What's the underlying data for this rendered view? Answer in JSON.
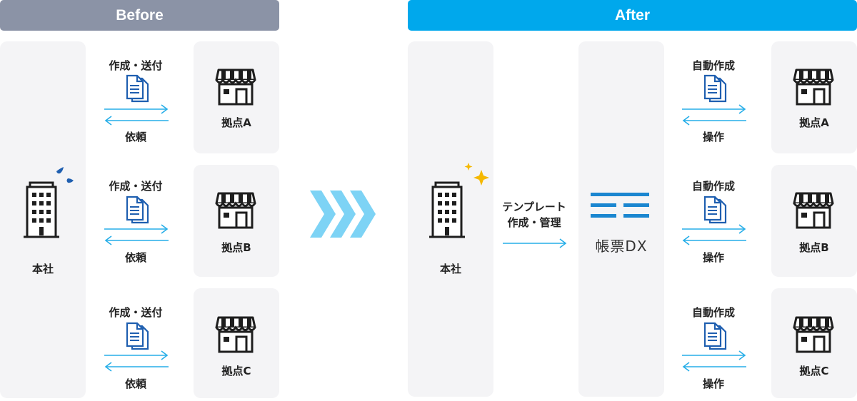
{
  "before": {
    "header": "Before",
    "hq_label": "本社",
    "rows": [
      {
        "top_label": "作成・送付",
        "bottom_label": "依頼",
        "branch": "拠点A"
      },
      {
        "top_label": "作成・送付",
        "bottom_label": "依頼",
        "branch": "拠点B"
      },
      {
        "top_label": "作成・送付",
        "bottom_label": "依頼",
        "branch": "拠点C"
      }
    ]
  },
  "after": {
    "header": "After",
    "hq_label": "本社",
    "flow_label_line1": "テンプレート",
    "flow_label_line2": "作成・管理",
    "product_name": "帳票DX",
    "rows": [
      {
        "top_label": "自動作成",
        "bottom_label": "操作",
        "branch": "拠点A"
      },
      {
        "top_label": "自動作成",
        "bottom_label": "操作",
        "branch": "拠点B"
      },
      {
        "top_label": "自動作成",
        "bottom_label": "操作",
        "branch": "拠点C"
      }
    ]
  },
  "colors": {
    "before_header": "#8b93a6",
    "after_header": "#00a8ec",
    "arrow": "#27aee8",
    "doc_icon": "#1f5fb0",
    "sweat_drop": "#1f5fb0",
    "sparkle": "#f5b800",
    "chevron": "#7dd3f5",
    "logo_bars": "#1a86d0"
  },
  "icons": {
    "headquarters": "office-building-icon",
    "branch": "storefront-icon",
    "document": "document-stack-icon",
    "transition": "chevron-right-icon"
  }
}
